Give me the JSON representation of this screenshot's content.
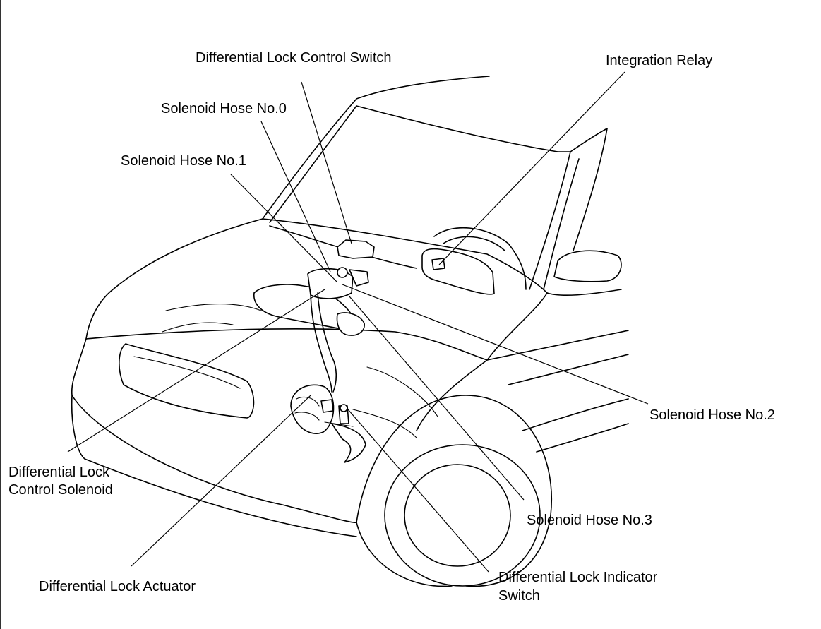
{
  "labels": {
    "diff_lock_control_switch": "Differential Lock Control Switch",
    "integration_relay": "Integration Relay",
    "solenoid_hose_0": "Solenoid Hose No.0",
    "solenoid_hose_1": "Solenoid Hose No.1",
    "solenoid_hose_2": "Solenoid Hose No.2",
    "solenoid_hose_3": "Solenoid Hose No.3",
    "diff_lock_control_solenoid_l1": "Differential Lock",
    "diff_lock_control_solenoid_l2": "Control Solenoid",
    "diff_lock_actuator": "Differential Lock Actuator",
    "diff_lock_indicator_switch_l1": "Differential Lock Indicator",
    "diff_lock_indicator_switch_l2": "Switch"
  }
}
